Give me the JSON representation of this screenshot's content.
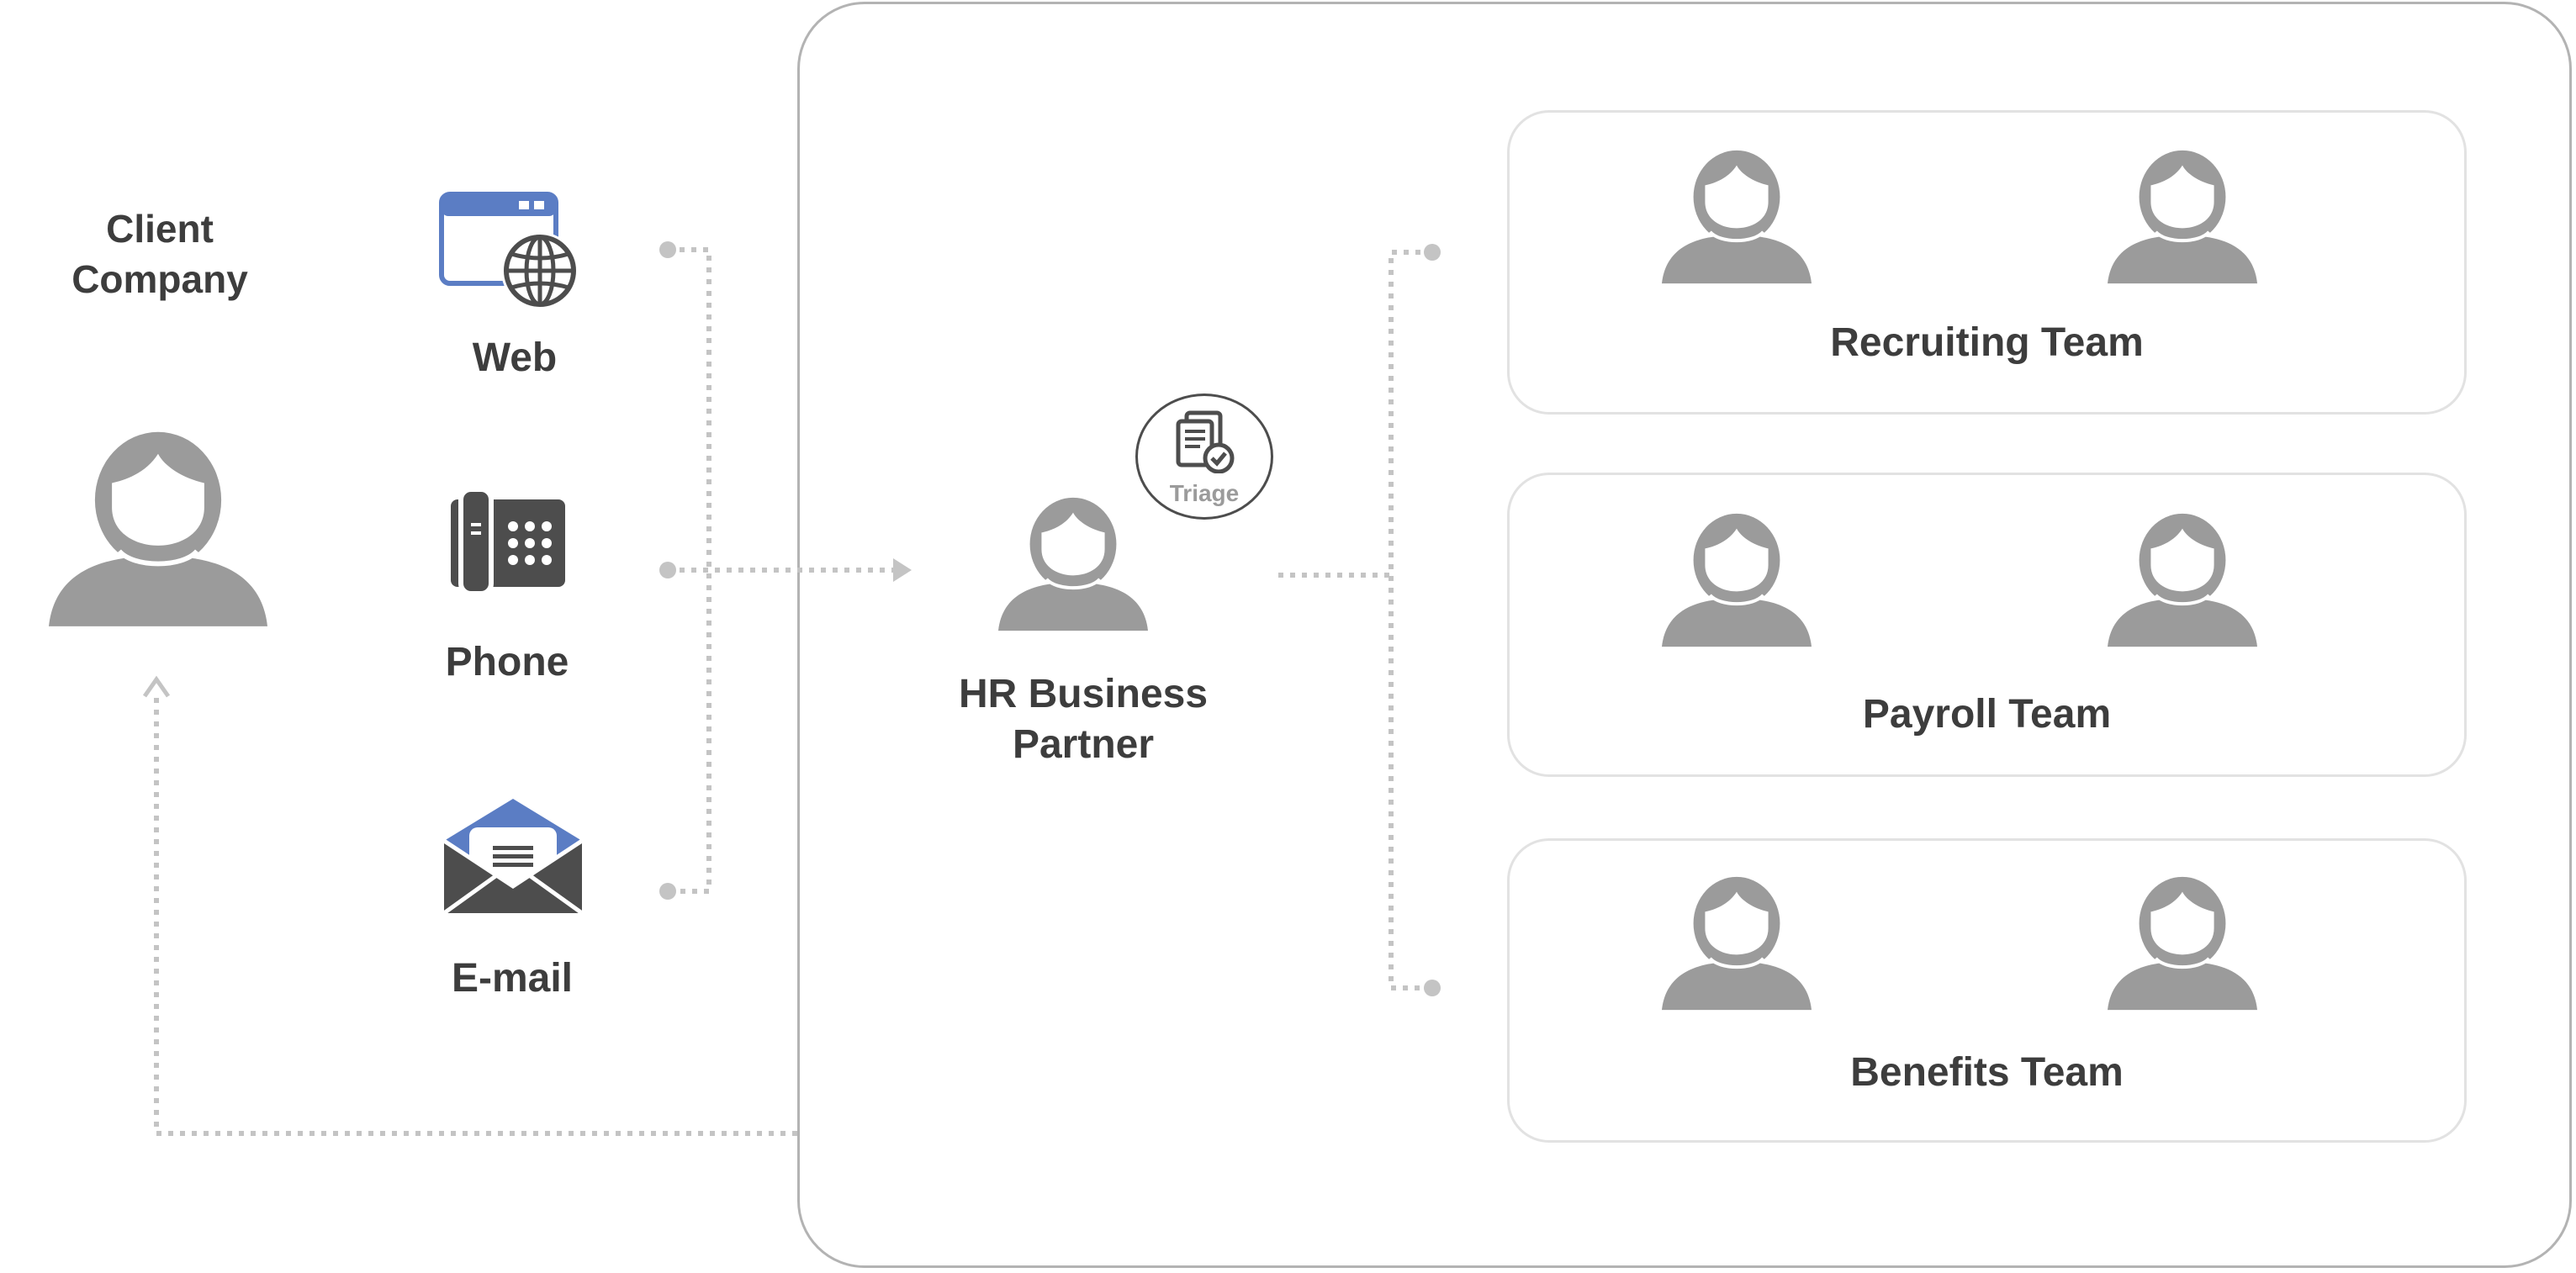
{
  "client": {
    "title_line1": "Client",
    "title_line2": "Company"
  },
  "channels": {
    "web": "Web",
    "phone": "Phone",
    "email": "E-mail"
  },
  "hr": {
    "line1": "HR Business",
    "line2": "Partner",
    "triage": "Triage"
  },
  "teams": [
    {
      "label": "Recruiting Team"
    },
    {
      "label": "Payroll Team"
    },
    {
      "label": "Benefits Team"
    }
  ],
  "colors": {
    "person": "#9b9b9b",
    "accent_blue": "#5b7dc4",
    "dark_icon": "#4d4d4d",
    "connector": "#c4c4c4",
    "panel_border": "#b3b3b3",
    "team_border": "#e2e2e2",
    "text": "#3d3d3d"
  },
  "icons": [
    "person-icon",
    "web-browser-globe-icon",
    "desk-phone-icon",
    "envelope-icon",
    "triage-document-check-icon"
  ]
}
